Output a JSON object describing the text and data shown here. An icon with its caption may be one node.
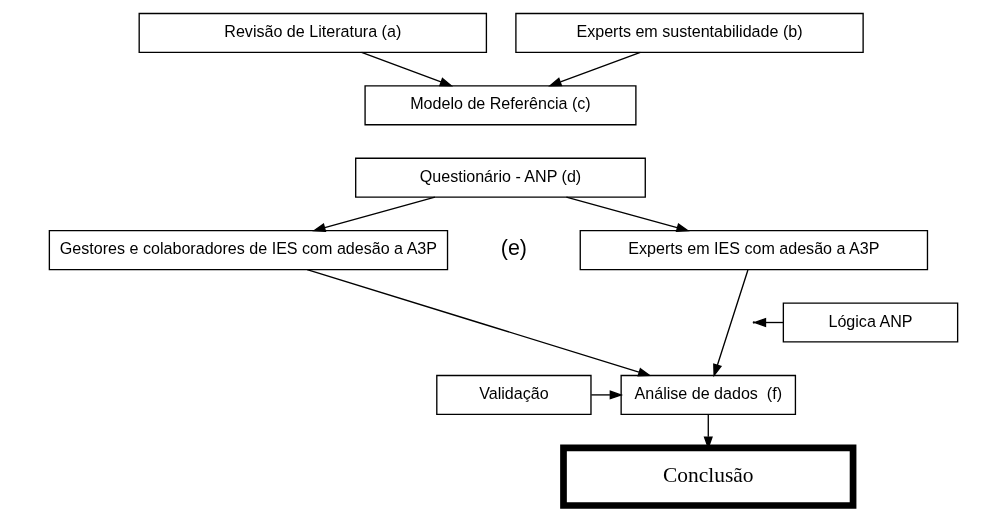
{
  "diagram": {
    "nodes": [
      {
        "text": [
          "Revisão de Literatura (a)"
        ]
      },
      {
        "text": [
          "Experts em sustentabilidade (b)"
        ]
      },
      {
        "text": [
          "Modelo de Referência (c)"
        ]
      },
      {
        "text": [
          "Questionário - ANP (d)"
        ]
      },
      {
        "text": [
          "Gestores e colaboradores de IES com adesão a A3P"
        ]
      },
      {
        "text": [
          "Experts em IES com adesão a A3P"
        ]
      },
      {
        "text": [
          "Lógica ANP"
        ]
      },
      {
        "text": [
          "Análise de dados  (f)"
        ]
      },
      {
        "text": [
          "Validação"
        ]
      },
      {
        "text": [
          "Conclusão"
        ]
      }
    ],
    "edges": [
      {
        "from": 0,
        "to": 2,
        "arrow": "to"
      },
      {
        "from": 1,
        "to": 2,
        "arrow": "to"
      },
      {
        "from": 3,
        "to": 4,
        "arrow": "to"
      },
      {
        "from": 3,
        "to": 5,
        "arrow": "to"
      },
      {
        "from": 4,
        "to": 7,
        "arrow": "to"
      },
      {
        "from": 5,
        "to": 7,
        "arrow": "to"
      },
      {
        "from": 6,
        "to": null,
        "arrow": "to"
      },
      {
        "from": 8,
        "to": 7,
        "arrow": "to"
      },
      {
        "from": 7,
        "to": 9,
        "arrow": "to"
      }
    ],
    "labels": [
      "(e)"
    ]
  }
}
